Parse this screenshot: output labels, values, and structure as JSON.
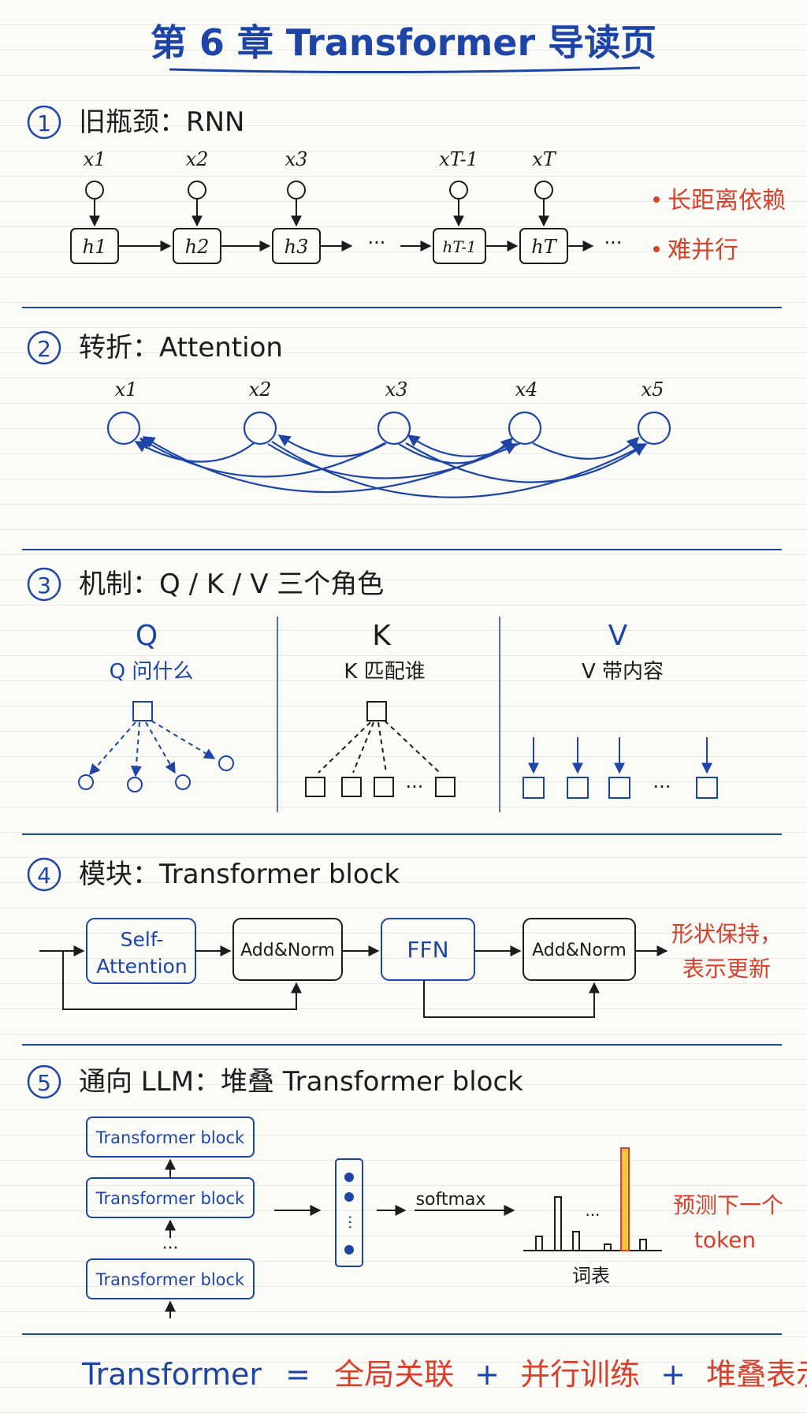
{
  "title": "第 6 章 Transformer 导读页",
  "sections": [
    {
      "num": "1",
      "heading": "旧瓶颈：RNN",
      "inputs": [
        "x1",
        "x2",
        "x3",
        "xT-1",
        "xT"
      ],
      "hidden": [
        "h1",
        "h2",
        "h3",
        "hT-1",
        "hT"
      ],
      "ellipsis": "···",
      "notes": [
        "长距离依赖",
        "难并行"
      ]
    },
    {
      "num": "2",
      "heading": "转折：Attention",
      "tokens": [
        "x1",
        "x2",
        "x3",
        "x4",
        "x5"
      ]
    },
    {
      "num": "3",
      "heading": "机制：Q / K / V 三个角色",
      "roles": [
        {
          "letter": "Q",
          "desc": "Q 问什么"
        },
        {
          "letter": "K",
          "desc": "K 匹配谁"
        },
        {
          "letter": "V",
          "desc": "V 带内容"
        }
      ],
      "ellipsis": "···"
    },
    {
      "num": "4",
      "heading": "模块：Transformer block",
      "boxes": [
        "Self-",
        "Attention",
        "Add&Norm",
        "FFN",
        "Add&Norm"
      ],
      "note": [
        "形状保持，",
        "表示更新"
      ]
    },
    {
      "num": "5",
      "heading": "通向 LLM：堆叠 Transformer block",
      "stack": [
        "Transformer block",
        "Transformer block",
        "Transformer block"
      ],
      "softmax": "softmax",
      "vocab": "词表",
      "ellipsis": "···",
      "note": [
        "预测下一个",
        "token"
      ]
    }
  ],
  "summary": {
    "lhs": "Transformer",
    "eq": "=",
    "t1": "全局关联",
    "plus1": "+",
    "t2": "并行训练",
    "plus2": "+",
    "t3": "堆叠表示。"
  },
  "colors": {
    "blue": "#1d45a8",
    "red": "#d8402c",
    "ink": "#1c1c1c"
  }
}
